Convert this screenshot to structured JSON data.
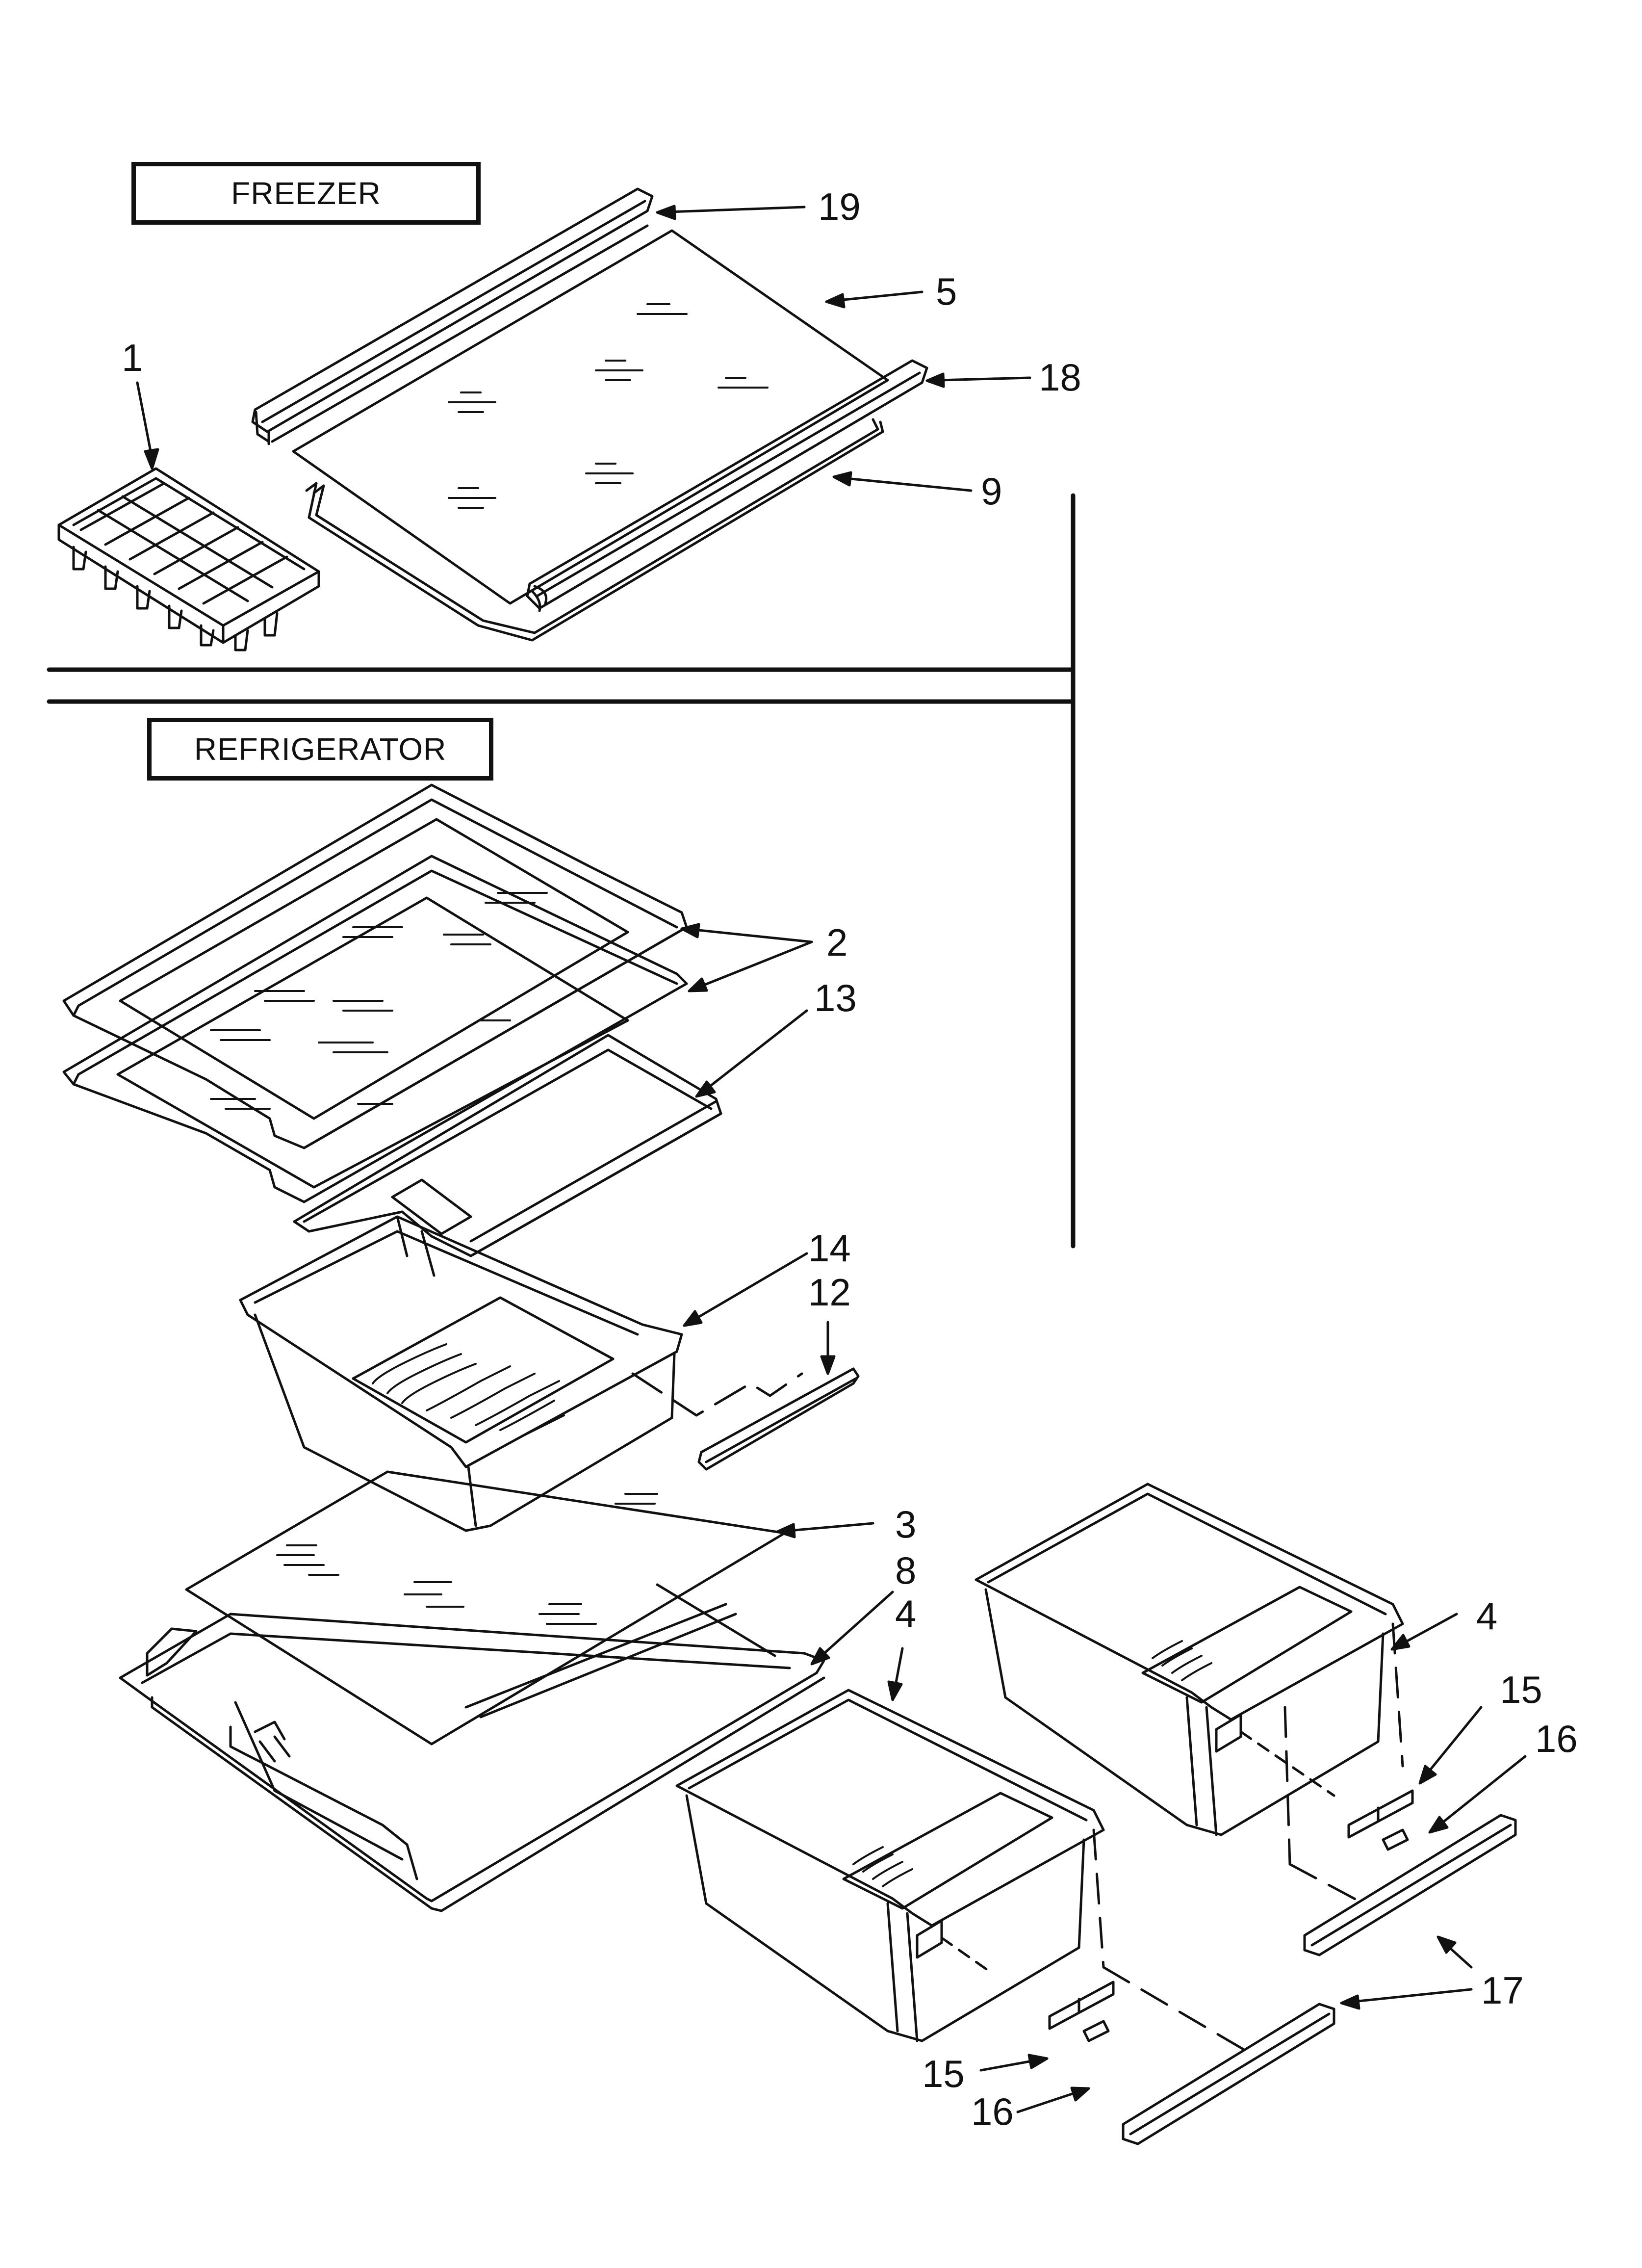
{
  "sections": {
    "freezer": "FREEZER",
    "refrigerator": "REFRIGERATOR"
  },
  "callouts": {
    "c1": "1",
    "c19": "19",
    "c5": "5",
    "c18": "18",
    "c9": "9",
    "c2": "2",
    "c13": "13",
    "c14": "14",
    "c12": "12",
    "c3": "3",
    "c8": "8",
    "c4a": "4",
    "c4b": "4",
    "c15a": "15",
    "c16a": "16",
    "c17": "17",
    "c15b": "15",
    "c16b": "16"
  }
}
